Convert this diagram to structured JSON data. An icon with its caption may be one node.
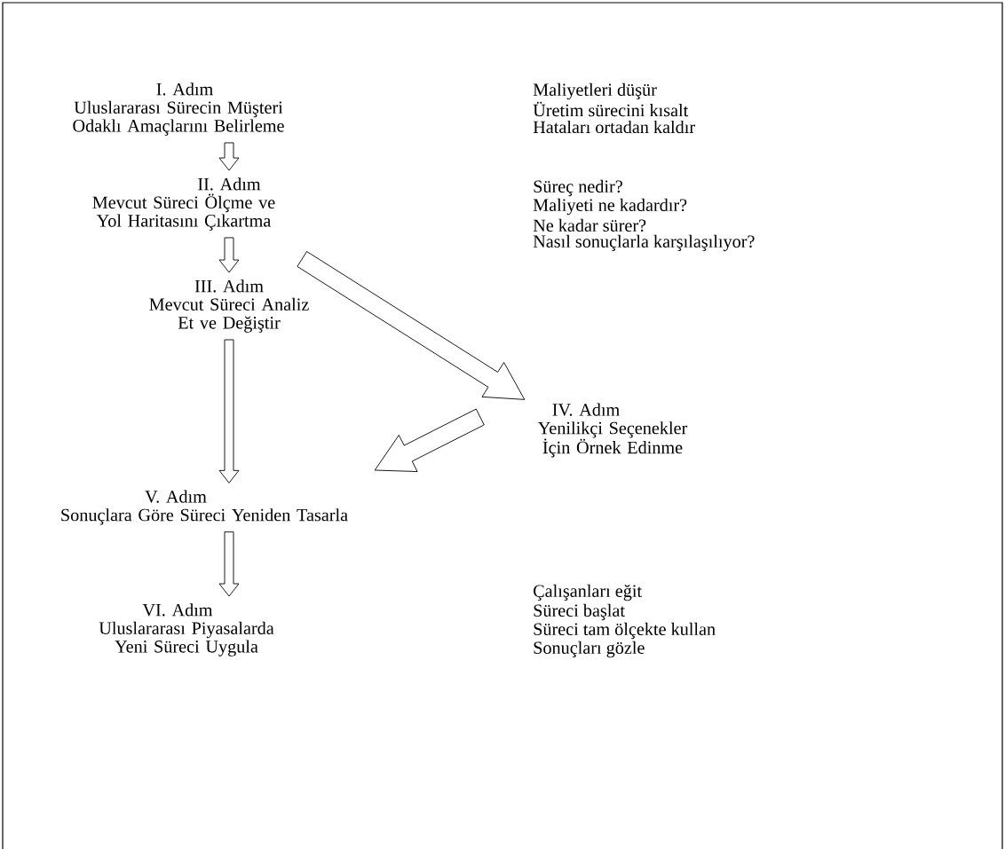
{
  "diagram": {
    "nodes": [
      {
        "text": [
          "I. Adım",
          "Uluslararası Sürecin Müşteri Odaklı Amaçlarını Belirleme"
        ]
      },
      {
        "text": [
          "II. Adım",
          "Mevcut Süreci Ölçme ve Yol Haritasını Çıkartma"
        ]
      },
      {
        "text": [
          "III. Adım",
          "Mevcut Süreci Analiz Et ve Değiştir"
        ]
      },
      {
        "text": [
          "IV. Adım",
          "Yenilikçi Seçenekler İçin Örnek Edinme"
        ]
      },
      {
        "text": [
          "V. Adım",
          "Sonuçlara Göre Süreci Yeniden Tasarla"
        ]
      },
      {
        "text": [
          "VI. Adım",
          "Uluslararası Piyasalarda Yeni Süreci Uygula"
        ]
      }
    ],
    "edges": [
      {
        "from": 0,
        "to": 1,
        "arrow": "to"
      },
      {
        "from": 1,
        "to": 2,
        "arrow": "to"
      },
      {
        "from": 1,
        "to": 3,
        "arrow": "to",
        "style": "thick"
      },
      {
        "from": 2,
        "to": 4,
        "arrow": "to"
      },
      {
        "from": 3,
        "to": 4,
        "arrow": "to",
        "style": "thick"
      },
      {
        "from": 4,
        "to": 5,
        "arrow": "to"
      }
    ],
    "labels": [
      "Maliyetleri düşür",
      "Üretim sürecini kısalt",
      "Hataları ortadan kaldır",
      "Süreç nedir?",
      "Maliyeti ne kadardır?",
      "Ne kadar sürer?",
      "Nasıl sonuçlarla karşılaşılıyor?",
      "Çalışanları eğit",
      "Süreci başlat",
      "Süreci tam ölçekte kullan",
      "Sonuçları gözle"
    ]
  }
}
